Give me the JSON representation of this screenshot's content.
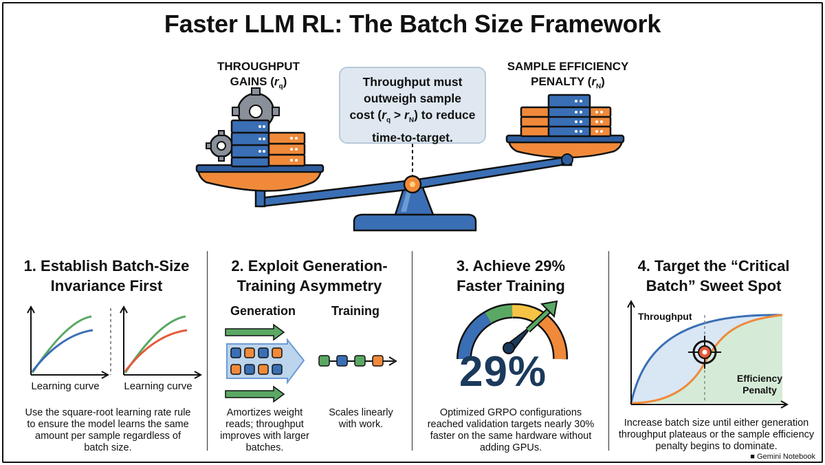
{
  "title": "Faster LLM RL: The Batch Size Framework",
  "scale": {
    "left_label_line1": "THROUGHPUT",
    "left_label_line2": "GAINS (",
    "left_label_var": "r",
    "left_label_sub": "q",
    "left_label_close": ")",
    "right_label_line1": "SAMPLE EFFICIENCY",
    "right_label_line2": "PENALTY (",
    "right_label_var": "r",
    "right_label_sub": "N",
    "right_label_close": ")",
    "callout_line1": "Throughput must",
    "callout_line2": "outweigh sample",
    "callout_line3a": "cost (",
    "callout_rq": "r",
    "callout_rq_sub": "q",
    "callout_gt": " > ",
    "callout_rn": "r",
    "callout_rn_sub": "N",
    "callout_line3b": ") to reduce",
    "callout_line4": "time-to-target."
  },
  "columns": [
    {
      "heading_line1": "1. Establish Batch-Size",
      "heading_line2": "Invariance First",
      "plot_label_left": "Learning curve",
      "plot_label_right": "Learning curve",
      "description": "Use the square-root learning rate rule to ensure the model learns the same amount per sample regardless of batch size."
    },
    {
      "heading_line1": "2. Exploit Generation-",
      "heading_line2": "Training Asymmetry",
      "sub_left": "Generation",
      "sub_right": "Training",
      "desc_left": "Amortizes weight reads; throughput improves with larger batches.",
      "desc_right": "Scales linearly with work."
    },
    {
      "heading_line1": "3. Achieve 29%",
      "heading_line2": "Faster Training",
      "big_number": "29%",
      "description": "Optimized GRPO configurations reached validation targets nearly 30% faster on the same hardware without adding GPUs."
    },
    {
      "heading_line1": "4. Target the “Critical",
      "heading_line2": "Batch” Sweet Spot",
      "y_label": "Throughput",
      "x_label_line1": "Efficiency",
      "x_label_line2": "Penalty",
      "description": "Increase batch size until either generation throughput plateaus or the sample efficiency penalty begins to dominate."
    }
  ],
  "footer": {
    "brand": "Gemini Notebook"
  },
  "colors": {
    "blue": "#3a6fb5",
    "orange": "#f08a3a",
    "green": "#5aa864",
    "navy": "#1b3a5c",
    "gray": "#8a9099"
  }
}
